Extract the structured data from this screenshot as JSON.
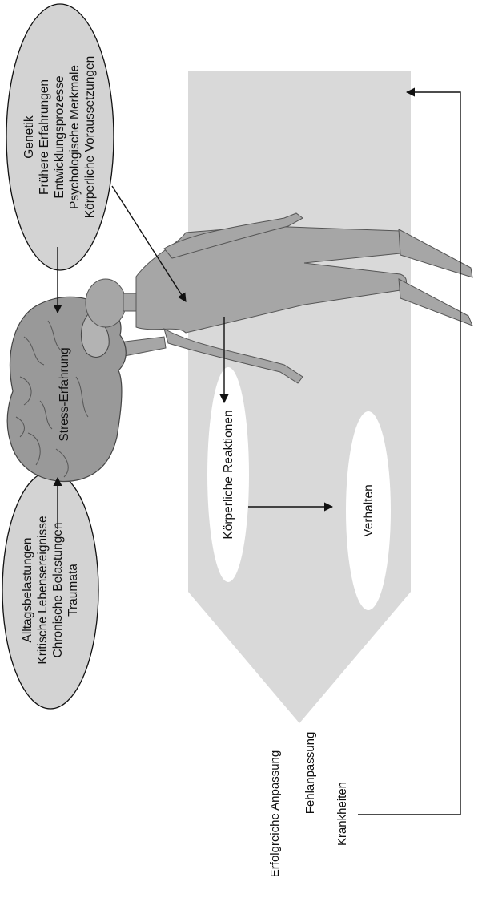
{
  "top_factors": {
    "lines": [
      "Genetik",
      "Frühere Erfahrungen",
      "Entwicklungsprozesse",
      "Psychologische Merkmale",
      "Körperliche Voraussetzungen"
    ]
  },
  "stressors": {
    "lines": [
      "Alltagsbelastungen",
      "Kritische Lebensereignisse",
      "Chronische Belastungen",
      "Traumata"
    ]
  },
  "brain": {
    "label": "Stress-Erfahrung"
  },
  "reactions": {
    "body": "Körperliche Reaktionen",
    "behavior": "Verhalten"
  },
  "outcomes": {
    "items": [
      "Erfolgreiche Anpassung",
      "Fehlanpassung",
      "Krankheiten"
    ]
  },
  "colors": {
    "band": "#d9d9d9",
    "figure": "#a6a6a6",
    "ellipse_gray": "#d3d3d3",
    "brain": "#999999",
    "stroke": "#111111"
  }
}
